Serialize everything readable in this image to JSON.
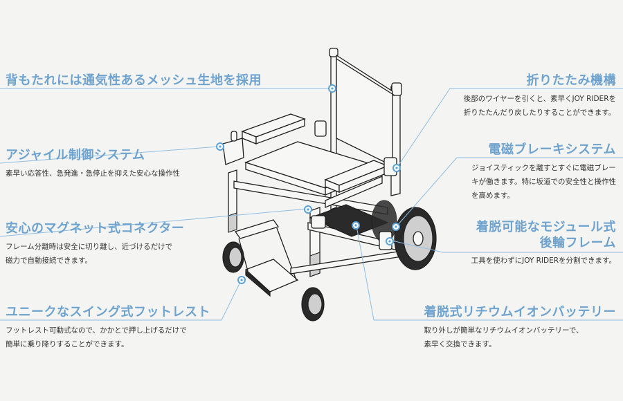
{
  "features": [
    {
      "id": "mesh",
      "title": "背もたれには通気性あるメッシュ生地を採用",
      "desc": []
    },
    {
      "id": "folding",
      "title": "折りたたみ機構",
      "desc": [
        "後部のワイヤーを引くと、素早くJOY RIDERを",
        "折りたたんだり戻したりすることができます。"
      ]
    },
    {
      "id": "agile",
      "title": "アジャイル制御システム",
      "desc": [
        "素早い応答性、急発進・急停止を抑えた安心な操作性"
      ]
    },
    {
      "id": "brake",
      "title": "電磁ブレーキシステム",
      "desc": [
        "ジョイスティックを離すとすぐに電磁ブレー",
        "キが働きます。特に坂道での安全性と操作性",
        "を高めます。"
      ]
    },
    {
      "id": "magnet",
      "title": "安心のマグネット式コネクター",
      "desc": [
        "フレーム分離時は安全に切り離し、近づけるだけで",
        "磁力で自動接続できます。"
      ]
    },
    {
      "id": "rear",
      "title": [
        "着脱可能なモジュール式",
        "後輪フレーム"
      ],
      "desc": [
        "工具を使わずにJOY RIDERを分割できます。"
      ]
    },
    {
      "id": "swing",
      "title": "ユニークなスイング式フットレスト",
      "desc": [
        "フットレスト可動式なので、かかとで押し上げるだけで",
        "簡単に乗り降りすることができます。"
      ]
    },
    {
      "id": "battery",
      "title": "着脱式リチウムイオンバッテリー",
      "desc": [
        "取り外しが簡単なリチウムイオンバッテリーで、",
        "素早く交換できます。"
      ]
    }
  ],
  "colors": {
    "accent": "#6ea3cf",
    "line": "#8ebde2",
    "text": "#333333",
    "background": "#f4f4f2"
  }
}
